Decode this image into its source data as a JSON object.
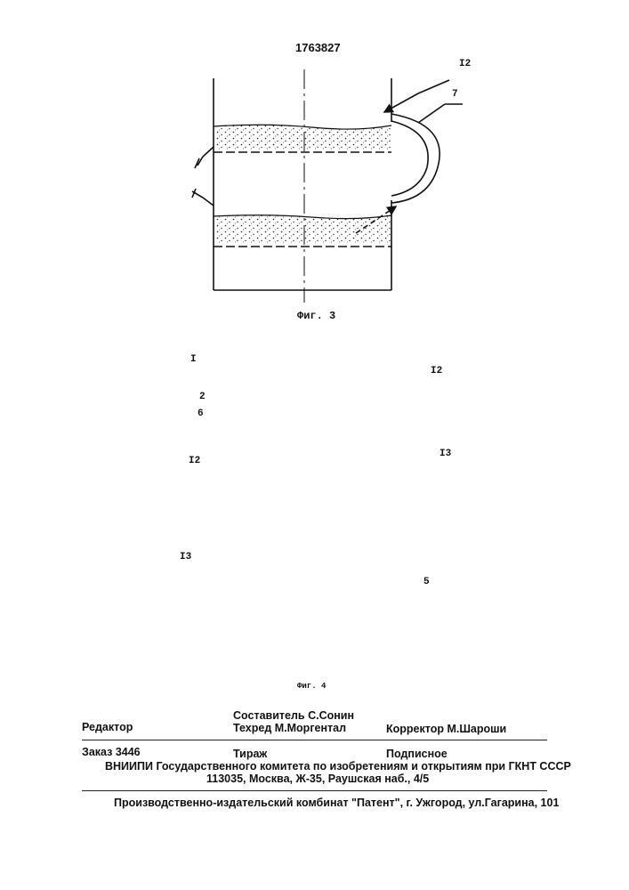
{
  "patent_number": "1763827",
  "fig3": {
    "caption": "Фиг. 3",
    "labels": {
      "a": "I2",
      "b": "7"
    }
  },
  "fig4": {
    "caption": "Фиг. 4",
    "labels": {
      "l1": "I",
      "l2": "2",
      "l6": "6",
      "l12a": "I2",
      "l12b": "I2",
      "l13a": "I3",
      "l13b": "I3",
      "l5": "5"
    }
  },
  "footer": {
    "editor": "Редактор",
    "composer": "Составитель С.Сонин",
    "techred": "Техред М.Моргентал",
    "corrector": "Корректор  М.Шароши",
    "order": "Заказ  3446",
    "circulation": "Тираж",
    "subscription": "Подписное",
    "org": "ВНИИПИ Государственного комитета по изобретениям и открытиям при ГКНТ СССР",
    "address": "113035, Москва, Ж-35, Раушская наб., 4/5",
    "publisher": "Производственно-издательский комбинат \"Патент\", г. Ужгород, ул.Гагарина, 101"
  }
}
